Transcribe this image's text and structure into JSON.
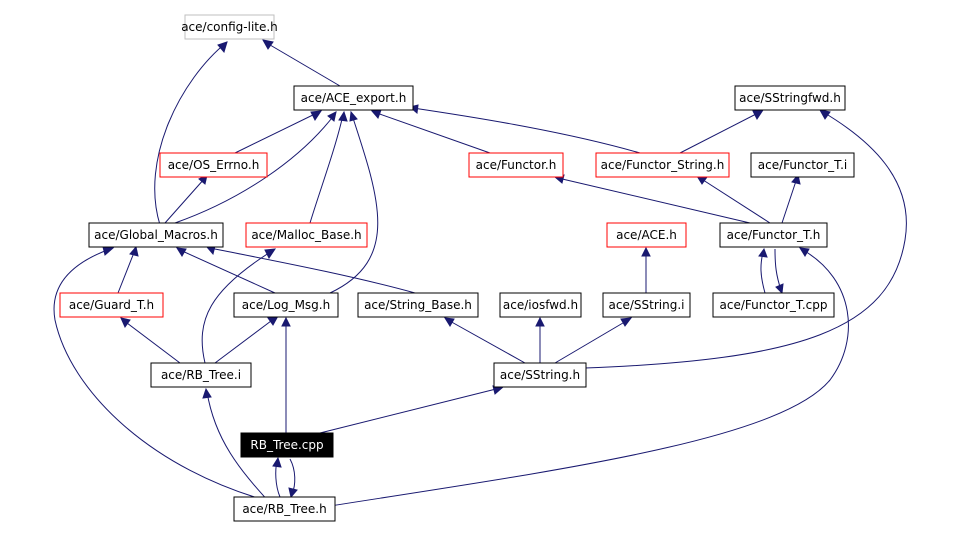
{
  "colors": {
    "edge": "#191970",
    "node_border_default": "#000000",
    "node_border_truncated": "#ff0000",
    "node_border_external": "#bfbfbf",
    "root_fill": "#000000",
    "root_text": "#ffffff"
  },
  "nodes": {
    "config_lite": "ace/config-lite.h",
    "ace_export": "ace/ACE_export.h",
    "sstringfwd": "ace/SStringfwd.h",
    "os_errno": "ace/OS_Errno.h",
    "functor": "ace/Functor.h",
    "functor_string": "ace/Functor_String.h",
    "functor_t_i": "ace/Functor_T.i",
    "global_macros": "ace/Global_Macros.h",
    "malloc_base": "ace/Malloc_Base.h",
    "ace_h": "ace/ACE.h",
    "functor_t_h": "ace/Functor_T.h",
    "guard_t": "ace/Guard_T.h",
    "log_msg": "ace/Log_Msg.h",
    "string_base": "ace/String_Base.h",
    "iosfwd": "ace/iosfwd.h",
    "sstring_i": "ace/SString.i",
    "functor_t_cpp": "ace/Functor_T.cpp",
    "rb_tree_i": "ace/RB_Tree.i",
    "sstring_h": "ace/SString.h",
    "rb_tree_cpp": "RB_Tree.cpp",
    "rb_tree_h": "ace/RB_Tree.h"
  }
}
